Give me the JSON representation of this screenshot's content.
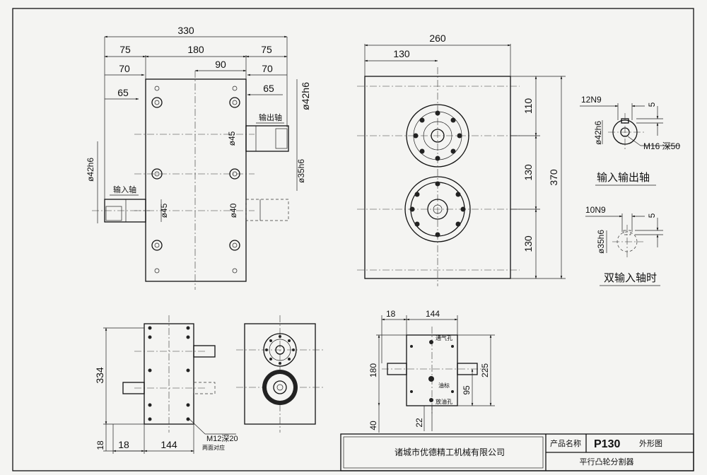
{
  "top_view": {
    "dim_330": "330",
    "dim_75_left": "75",
    "dim_180": "180",
    "dim_75_right": "75",
    "dim_70_left": "70",
    "dim_90": "90",
    "dim_70_right": "70",
    "dim_65_left": "65",
    "dim_65_right": "65",
    "dim_42h6_right": "ø42h6",
    "dim_42h6_left": "ø42h6",
    "dim_45_upper": "ø45",
    "dim_35h6": "ø35h6",
    "dim_40": "ø40",
    "dim_45_lower": "ø45",
    "output_shaft_label": "输出轴",
    "input_shaft_label": "输入轴"
  },
  "front_view": {
    "dim_260": "260",
    "dim_130": "130",
    "dim_110": "110",
    "dim_130_mid": "130",
    "dim_130_low": "130",
    "dim_370": "370"
  },
  "detail_input_output": {
    "dim_12N9": "12N9",
    "dim_5": "5",
    "dim_42h6": "ø42h6",
    "dim_M16": "M16 深50",
    "caption": "输入输出轴"
  },
  "detail_dual_input": {
    "dim_10N9": "10N9",
    "dim_5": "5",
    "dim_35h6": "ø35h6",
    "caption": "双输入轴时"
  },
  "side_view_left": {
    "dim_334": "334",
    "dim_18_vertical": "18",
    "dim_18": "18",
    "dim_144": "144",
    "thread_note": "M12深20",
    "thread_note_sub": "两面对应"
  },
  "side_view_right": {
    "dim_18": "18",
    "dim_144": "144",
    "dim_180": "180",
    "dim_225": "225",
    "dim_95": "95",
    "dim_40": "40",
    "dim_22": "22",
    "vent_label": "通气孔",
    "oil_gauge_label": "油标",
    "drain_label": "放油孔"
  },
  "title_block": {
    "company": "诸城市优德精工机械有限公司",
    "product_name_label": "产品名称",
    "model": "P130",
    "drawing_type": "外形图",
    "product_name": "平行凸轮分割器"
  }
}
